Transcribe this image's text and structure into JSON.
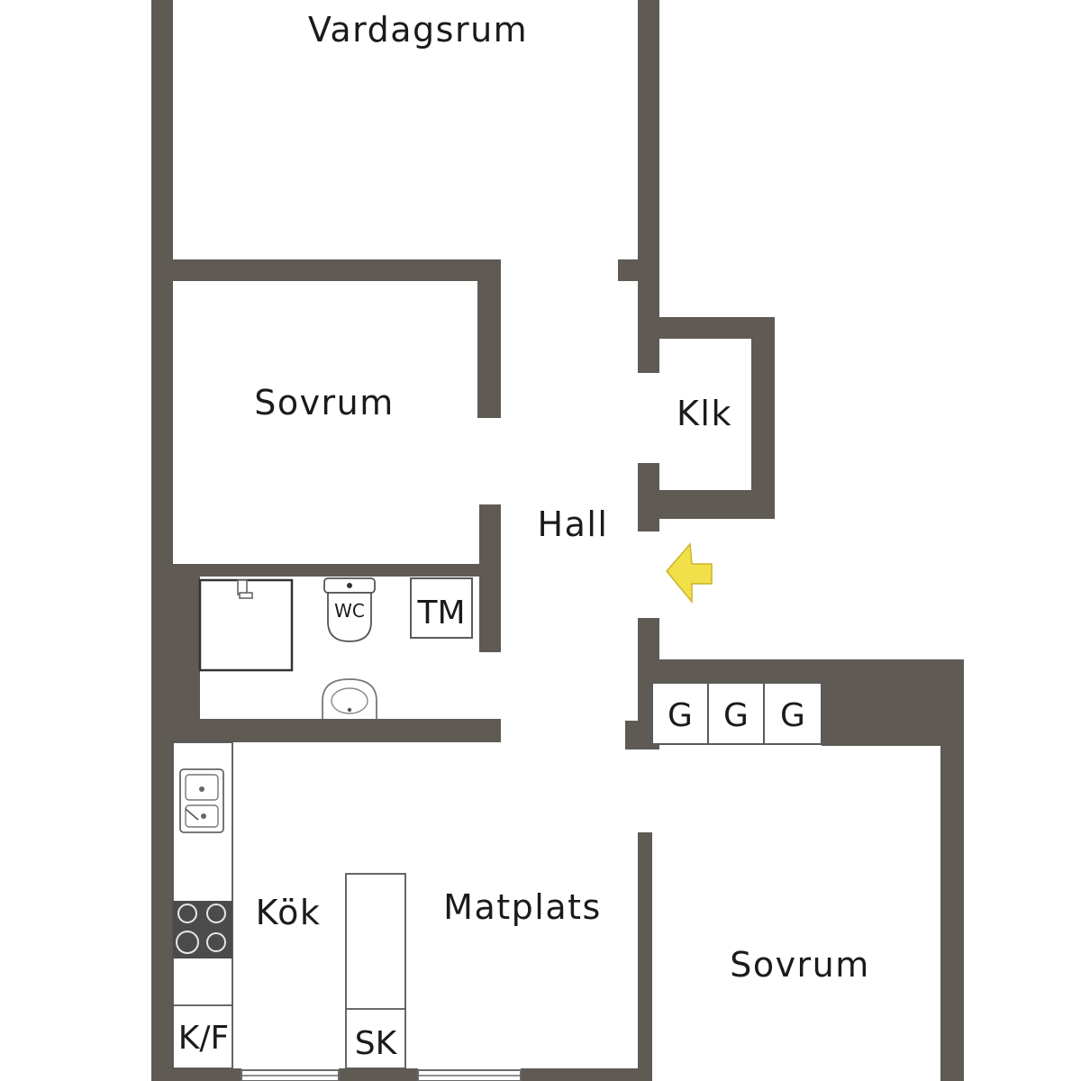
{
  "colors": {
    "wall": "#5f5a54",
    "background": "#ffffff",
    "entrance_arrow": "#f2e04a"
  },
  "rooms": {
    "living_room": "Vardagsrum",
    "bedroom_1": "Sovrum",
    "walk_in_closet": "Klk",
    "hall": "Hall",
    "kitchen": "Kök",
    "dining": "Matplats",
    "bedroom_2": "Sovrum"
  },
  "fixtures": {
    "toilet": "WC",
    "washing_machine": "TM",
    "closet_1": "G",
    "closet_2": "G",
    "closet_3": "G",
    "fridge_freezer": "K/F",
    "storage_cabinet": "SK"
  },
  "icons": {
    "entrance": "entrance-arrow-icon",
    "sink": "kitchen-sink-icon",
    "stove": "stove-icon",
    "shower": "shower-icon",
    "washbasin": "washbasin-icon"
  }
}
